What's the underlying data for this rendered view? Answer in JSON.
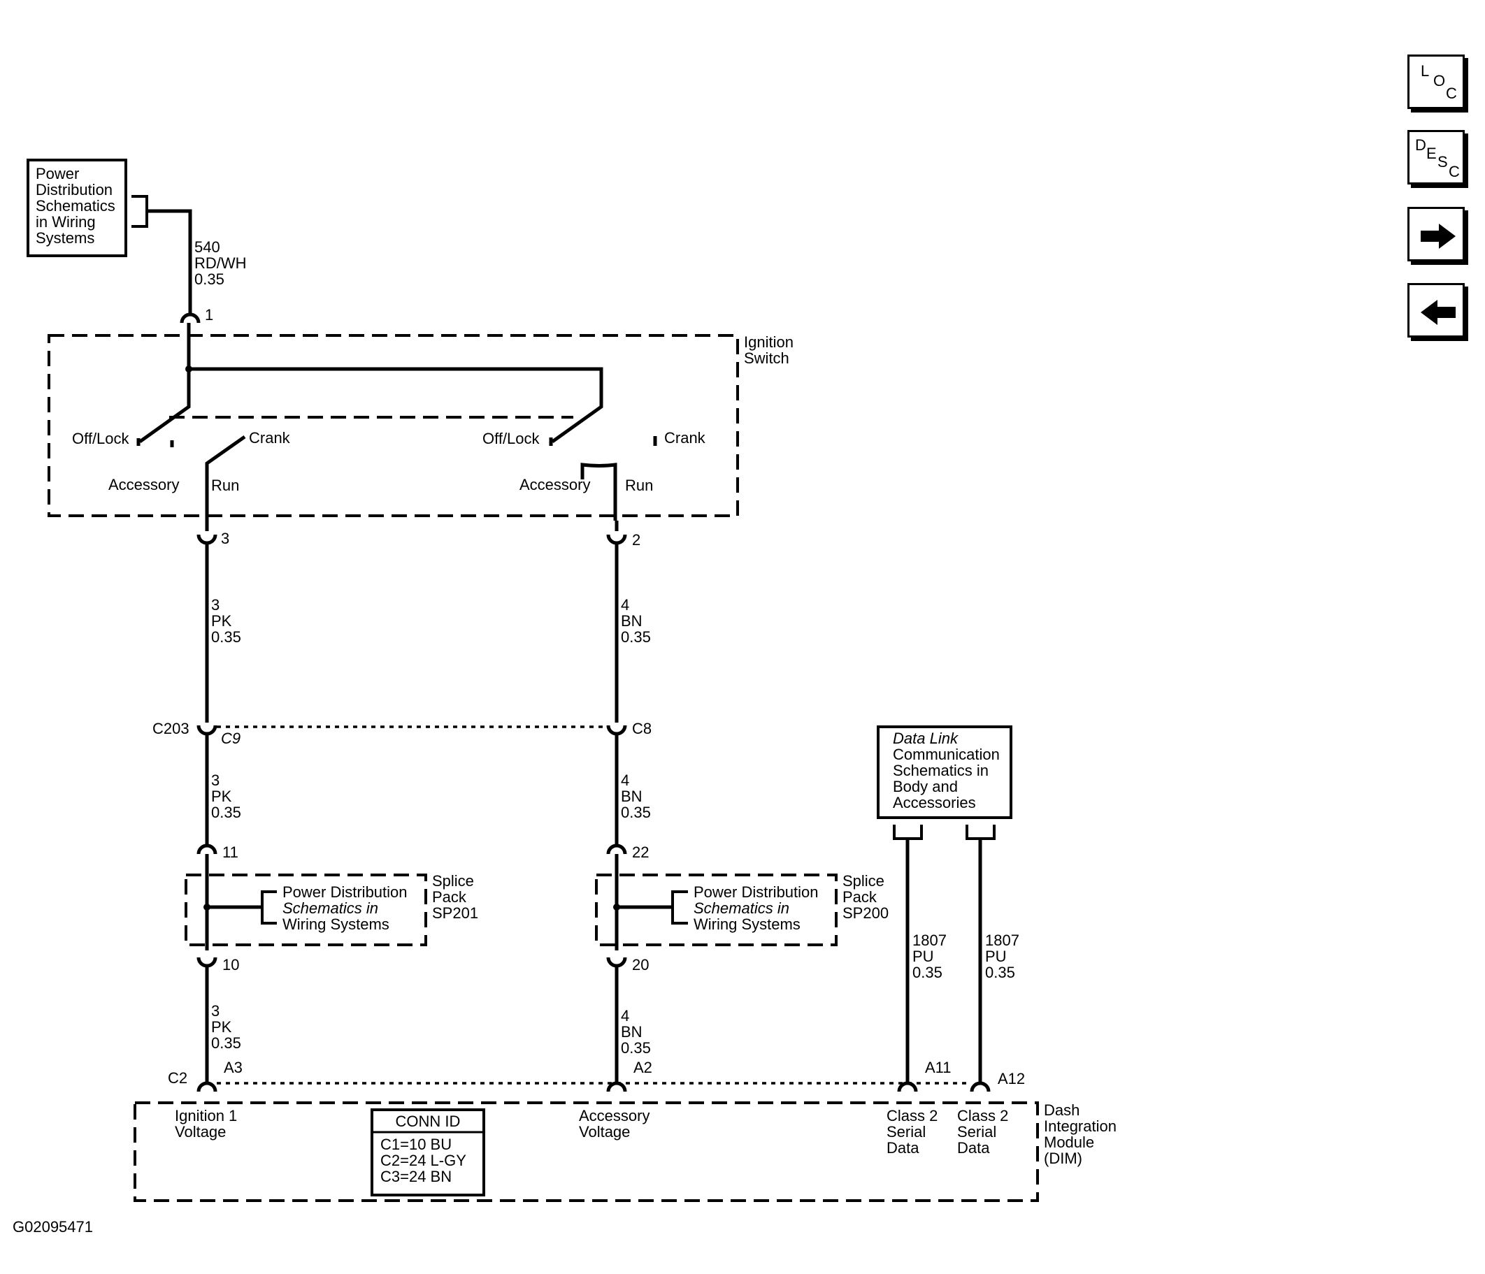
{
  "figure_id": "G02095471",
  "nav": {
    "loc": [
      "L",
      "O",
      "C"
    ],
    "desc": [
      "D",
      "E",
      "S",
      "C"
    ]
  },
  "boxes": {
    "power_top": [
      "Power",
      "Distribution",
      "Schematics",
      "in Wiring",
      "Systems"
    ],
    "data_link": [
      "Data Link",
      "Communication",
      "Schematics in",
      "Body and",
      "Accessories"
    ],
    "pd_sp201": [
      "Power Distribution",
      "Schematics in",
      "Wiring Systems"
    ],
    "pd_sp200": [
      "Power Distribution",
      "Schematics in",
      "Wiring Systems"
    ],
    "conn_id_title": "CONN ID",
    "conn_id": [
      "C1=10 BU",
      "C2=24 L-GY",
      "C3=24 BN"
    ]
  },
  "ignition_switch": {
    "name": [
      "Ignition",
      "Switch"
    ],
    "offlock_left": "Off/Lock",
    "crank_left": "Crank",
    "accessory_left": "Accessory",
    "run_left": "Run",
    "offlock_right": "Off/Lock",
    "crank_right": "Crank",
    "accessory_right": "Accessory",
    "run_right": "Run"
  },
  "pins": {
    "sw_in": "1",
    "sw_out_left": "3",
    "sw_out_right": "2",
    "c203": "C203",
    "c9": "C9",
    "c8": "C8",
    "sp201_in": "11",
    "sp201_out": "10",
    "sp200_in": "22",
    "sp200_out": "20",
    "c2": "C2",
    "a3": "A3",
    "a2": "A2",
    "a11": "A11",
    "a12": "A12"
  },
  "wires": {
    "w540": [
      "540",
      "RD/WH",
      "0.35"
    ],
    "pk1": [
      "3",
      "PK",
      "0.35"
    ],
    "pk2": [
      "3",
      "PK",
      "0.35"
    ],
    "pk3": [
      "3",
      "PK",
      "0.35"
    ],
    "bn1": [
      "4",
      "BN",
      "0.35"
    ],
    "bn2": [
      "4",
      "BN",
      "0.35"
    ],
    "bn3": [
      "4",
      "BN",
      "0.35"
    ],
    "pu1": [
      "1807",
      "PU",
      "0.35"
    ],
    "pu2": [
      "1807",
      "PU",
      "0.35"
    ]
  },
  "splice_packs": {
    "sp201": [
      "Splice",
      "Pack",
      "SP201"
    ],
    "sp200": [
      "Splice",
      "Pack",
      "SP200"
    ]
  },
  "dim": {
    "name": [
      "Dash",
      "Integration",
      "Module",
      "(DIM)"
    ],
    "ign1": [
      "Ignition 1",
      "Voltage"
    ],
    "acc": [
      "Accessory",
      "Voltage"
    ],
    "class2a": [
      "Class 2",
      "Serial",
      "Data"
    ],
    "class2b": [
      "Class 2",
      "Serial",
      "Data"
    ]
  }
}
